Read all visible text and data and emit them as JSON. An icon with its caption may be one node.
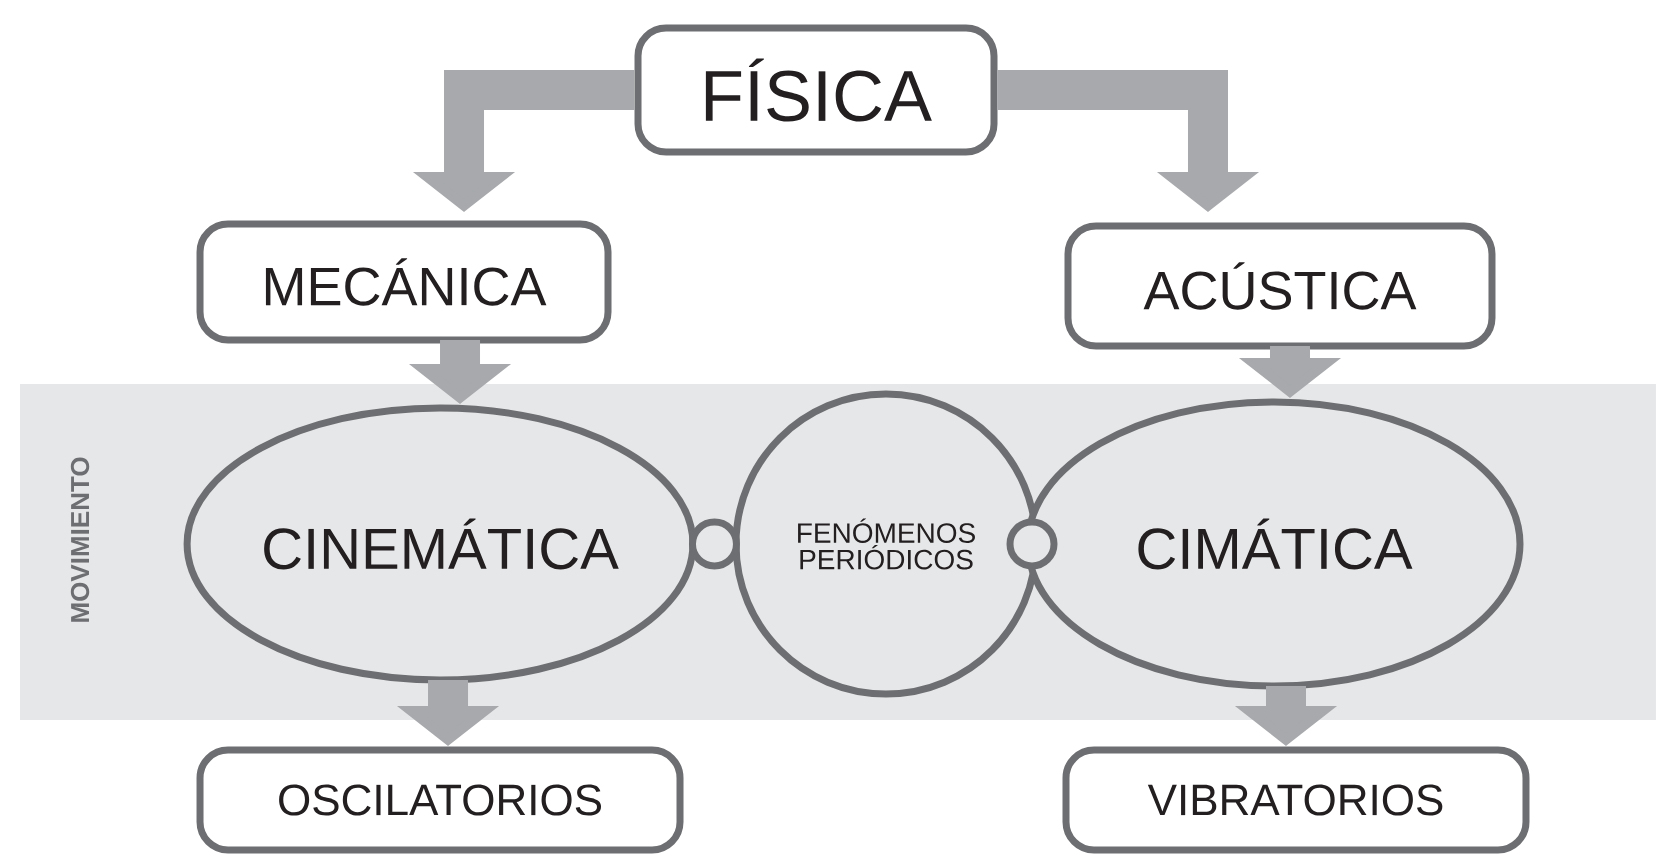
{
  "diagram": {
    "nodes": [
      {
        "text": [
          "FÍSICA"
        ]
      },
      {
        "text": [
          "MECÁNICA"
        ]
      },
      {
        "text": [
          "ACÚSTICA"
        ]
      },
      {
        "text": [
          "MOVIMIENTO"
        ]
      },
      {
        "text": [
          "CINEMÁTICA"
        ],
        "in": 3
      },
      {
        "text": [
          "FENÓMENOS PERIÓDICOS"
        ],
        "in": 3
      },
      {
        "text": [
          "CIMÁTICA"
        ],
        "in": 3
      },
      {
        "text": [
          "OSCILATORIOS"
        ]
      },
      {
        "text": [
          "VIBRATORIOS"
        ]
      }
    ],
    "edges": [
      {
        "from": 0,
        "to": 1,
        "arrow": "to"
      },
      {
        "from": 0,
        "to": 2,
        "arrow": "to"
      },
      {
        "from": 1,
        "to": 4,
        "arrow": "to"
      },
      {
        "from": 2,
        "to": 6,
        "arrow": "to"
      },
      {
        "from": 4,
        "to": 5,
        "arrow": "none"
      },
      {
        "from": 5,
        "to": 6,
        "arrow": "none"
      },
      {
        "from": 4,
        "to": 7,
        "arrow": "to"
      },
      {
        "from": 6,
        "to": 8,
        "arrow": "to"
      }
    ]
  }
}
